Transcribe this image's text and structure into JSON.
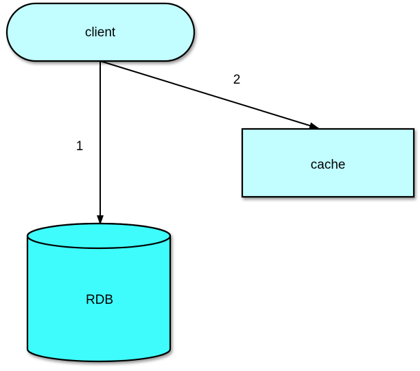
{
  "diagram": {
    "type": "flow-diagram",
    "nodes": {
      "client": {
        "label": "client",
        "shape": "stadium",
        "fill": "#c2fdff"
      },
      "cache": {
        "label": "cache",
        "shape": "rectangle",
        "fill": "#c2fdff"
      },
      "rdb": {
        "label": "RDB",
        "shape": "cylinder",
        "fill": "#3ffcfc"
      }
    },
    "edges": {
      "client_to_rdb": {
        "label": "1",
        "from": "client",
        "to": "rdb"
      },
      "client_to_cache": {
        "label": "2",
        "from": "client",
        "to": "cache"
      }
    },
    "colors": {
      "stroke": "#000000",
      "background": "#ffffff",
      "node_fill_light": "#c2fdff",
      "node_fill_bright": "#3ffcfc"
    }
  }
}
